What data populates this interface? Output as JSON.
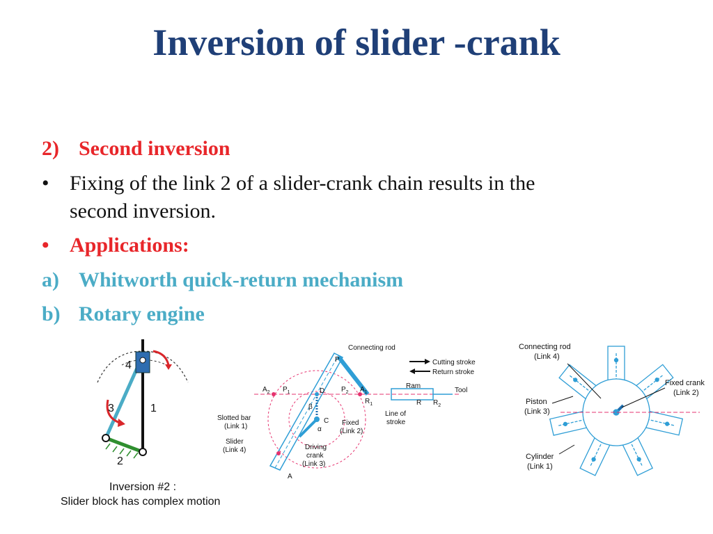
{
  "slide": {
    "title": "Inversion of slider -crank",
    "items": [
      {
        "marker": "2)",
        "text": "Second inversion"
      },
      {
        "marker": "•",
        "text": "Fixing of the link 2 of a slider-crank chain results in the",
        "text2": "second inversion."
      },
      {
        "marker": "•",
        "text": "Applications:"
      },
      {
        "marker": "a)",
        "text": "Whitworth quick-return mechanism"
      },
      {
        "marker": "b)",
        "text": "Rotary engine"
      }
    ]
  },
  "fig1": {
    "link_labels": [
      "4",
      "3",
      "1",
      "2"
    ],
    "caption_line1": "Inversion #2 :",
    "caption_line2": "Slider block has complex motion"
  },
  "fig2": {
    "labels": {
      "connecting_rod": "Connecting rod",
      "cutting_stroke": "Cutting stroke",
      "return_stroke": "Return stroke",
      "ram": "Ram",
      "tool": "Tool",
      "p": "P",
      "a2": "A",
      "a2_sub": "2",
      "p1": "P",
      "p1_sub": "1",
      "p2": "P",
      "p2_sub": "2",
      "a1": "A",
      "a1_sub": "1",
      "r1": "R",
      "r1_sub": "1",
      "r": "R",
      "r2": "R",
      "r2_sub": "2",
      "d": "D",
      "beta": "β",
      "c": "C",
      "alpha": "α",
      "a": "A",
      "slotted_bar_1": "Slotted bar",
      "slotted_bar_2": "(Link 1)",
      "slider_1": "Slider",
      "slider_2": "(Link 4)",
      "fixed_1": "Fixed",
      "fixed_2": "(Link 2)",
      "line_of_stroke_1": "Line of",
      "line_of_stroke_2": "stroke",
      "driving_crank_1": "Driving",
      "driving_crank_2": "crank",
      "driving_crank_3": "(Link 3)"
    }
  },
  "fig3": {
    "labels": {
      "connecting_rod_1": "Connecting rod",
      "connecting_rod_2": "(Link 4)",
      "fixed_crank_1": "Fixed crank",
      "fixed_crank_2": "(Link 2)",
      "piston_1": "Piston",
      "piston_2": "(Link 3)",
      "cylinder_1": "Cylinder",
      "cylinder_2": "(Link 1)"
    }
  },
  "colors": {
    "title": "#1f3f77",
    "red": "#e8262a",
    "teal": "#4bacc6",
    "link_blue": "#2f9ed6",
    "diagram_pink": "#e6336f",
    "ground_green": "#2f8f2f"
  }
}
